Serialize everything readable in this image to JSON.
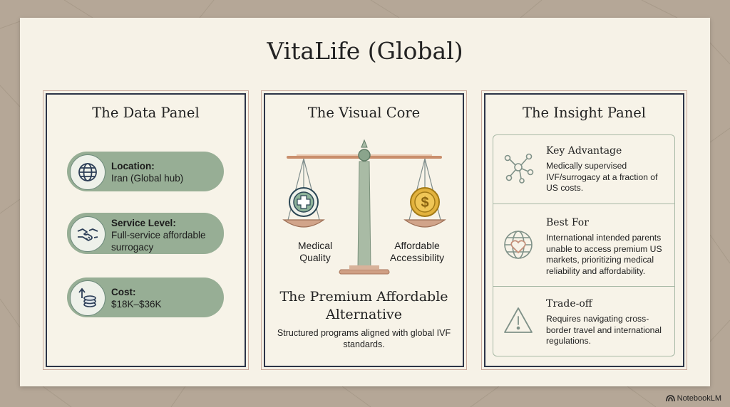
{
  "title": "VitaLife (Global)",
  "data_panel": {
    "title": "The Data Panel",
    "items": [
      {
        "label": "Location:",
        "value": "Iran (Global hub)",
        "icon": "globe-icon"
      },
      {
        "label": "Service Level:",
        "value": "Full-service affordable surrogacy",
        "icon": "handshake-icon"
      },
      {
        "label": "Cost:",
        "value": "$18K–$36K",
        "icon": "coins-icon"
      }
    ]
  },
  "visual_core": {
    "title": "The Visual Core",
    "left_caption": "Medical Quality",
    "right_caption": "Affordable Accessibility",
    "headline": "The Premium Affordable Alternative",
    "subtext": "Structured programs aligned with global IVF standards."
  },
  "insight_panel": {
    "title": "The Insight Panel",
    "rows": [
      {
        "heading": "Key Advantage",
        "body": "Medically supervised IVF/surrogacy at a fraction of US costs.",
        "icon": "network-icon"
      },
      {
        "heading": "Best For",
        "body": "International intended parents unable to access premium US markets, prioritizing medical reliability and affordability.",
        "icon": "globe-heart-icon"
      },
      {
        "heading": "Trade-off",
        "body": "Requires navigating cross-border travel and international regulations.",
        "icon": "warning-icon"
      }
    ]
  },
  "branding": {
    "logo_text": "NotebookLM"
  },
  "colors": {
    "sage": "#97ae95",
    "navy": "#2c3447",
    "copper": "#c9a99c",
    "gold": "#d9a934",
    "page": "#f6f2e7"
  }
}
